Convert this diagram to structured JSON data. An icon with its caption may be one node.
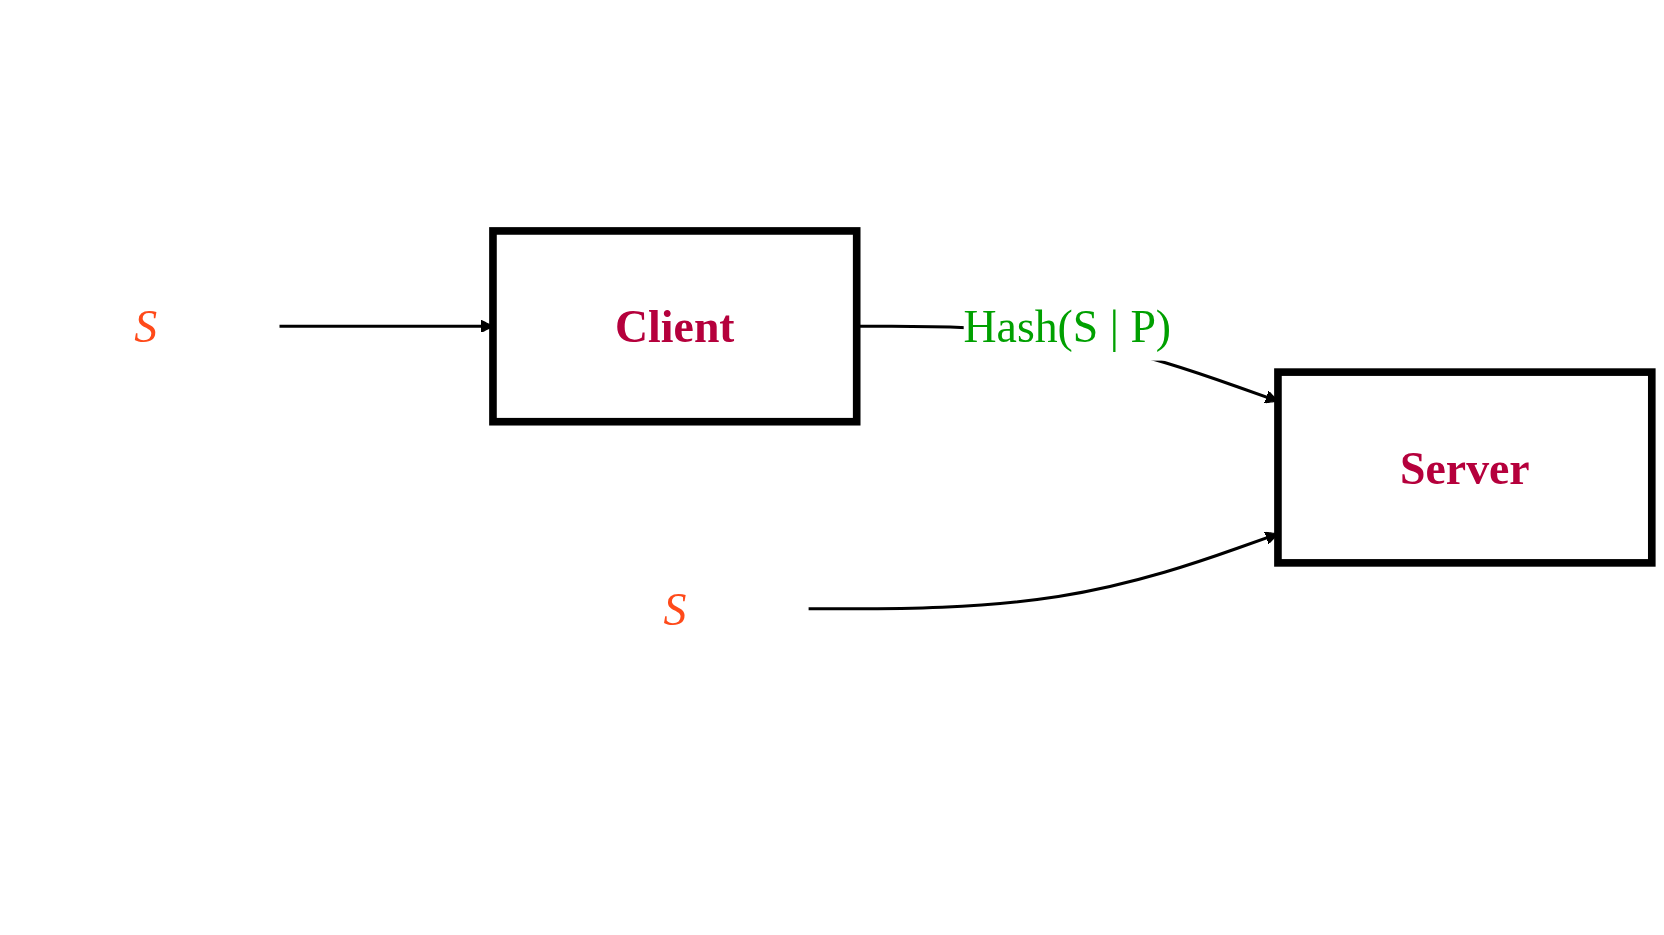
{
  "diagram": {
    "nodes": [
      {
        "text": [
          "S"
        ]
      },
      {
        "text": [
          "Client"
        ]
      },
      {
        "text": [
          "Server"
        ]
      },
      {
        "text": [
          "S"
        ]
      }
    ],
    "edges": [
      {
        "from": 0,
        "to": 1,
        "arrow": "to"
      },
      {
        "from": 1,
        "to": 2,
        "arrow": "to",
        "label": "Hash(S | P)"
      },
      {
        "from": 3,
        "to": 2,
        "arrow": "to"
      }
    ]
  }
}
